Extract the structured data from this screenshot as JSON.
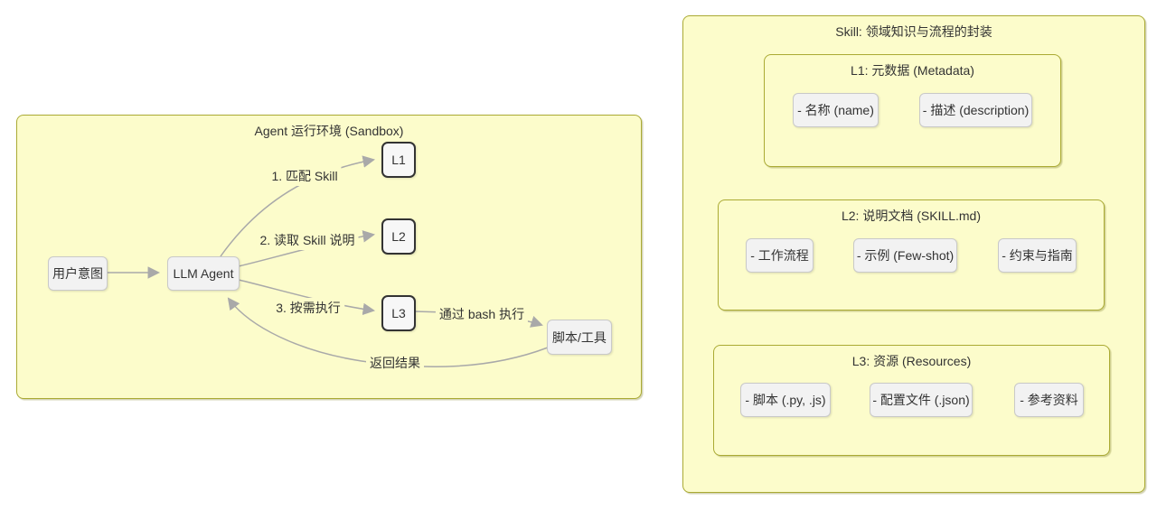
{
  "diagram": {
    "sandbox": {
      "title": "Agent 运行环境 (Sandbox)",
      "nodes": {
        "user_intent": "用户意图",
        "llm_agent": "LLM Agent",
        "l1": "L1",
        "l2": "L2",
        "l3": "L3",
        "script_tool": "脚本/工具"
      },
      "edge_labels": {
        "match_skill": "1. 匹配 Skill",
        "read_skill": "2. 读取 Skill 说明",
        "exec_on_demand": "3. 按需执行",
        "via_bash": "通过 bash 执行",
        "return_result": "返回结果"
      }
    },
    "skill": {
      "title": "Skill: 领域知识与流程的封装",
      "l1": {
        "title": "L1: 元数据 (Metadata)",
        "items": [
          "- 名称 (name)",
          "- 描述 (description)"
        ]
      },
      "l2": {
        "title": "L2: 说明文档 (SKILL.md)",
        "items": [
          "- 工作流程",
          "- 示例 (Few-shot)",
          "- 约束与指南"
        ]
      },
      "l3": {
        "title": "L3: 资源 (Resources)",
        "items": [
          "- 脚本 (.py, .js)",
          "- 配置文件 (.json)",
          "- 参考资料"
        ]
      }
    },
    "colors": {
      "subgraph_fill": "#fcfccb",
      "subgraph_stroke": "#aaaa33",
      "node_fill": "#f2f2f2",
      "node_stroke": "#c9c9c9",
      "level_node_stroke": "#333333",
      "edge": "#a9a9a9",
      "text": "#333333"
    }
  }
}
